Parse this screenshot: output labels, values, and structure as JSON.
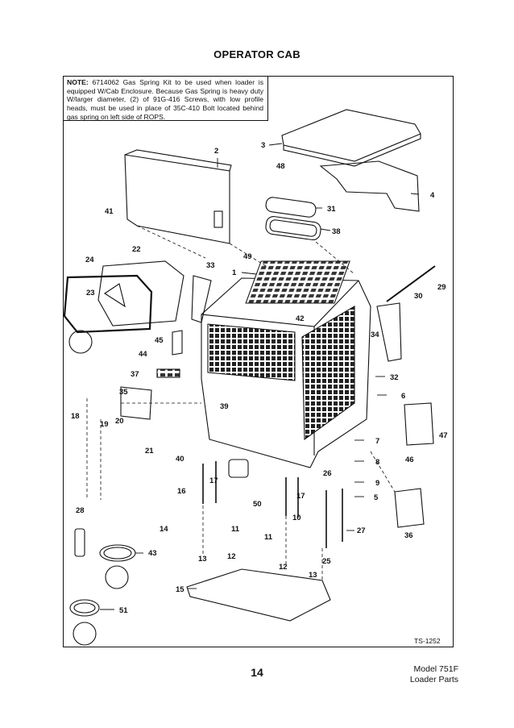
{
  "page": {
    "title": "OPERATOR CAB",
    "note_label": "NOTE:",
    "note_text": " 6714062 Gas Spring Kit to be used when loader is equipped W/Cab Enclosure. Because Gas Spring is heavy duty W/larger diameter, (2) of 91G-416 Screws, with low profile heads, must be used in place of 35C-410 Bolt located behind gas spring on left side of ROPS.",
    "reference": "TS-1252",
    "page_number": "14",
    "model_line1": "Model 751F",
    "model_line2": "Loader Parts"
  },
  "callouts": [
    "1",
    "2",
    "3",
    "4",
    "5",
    "6",
    "7",
    "8",
    "9",
    "10",
    "11",
    "11",
    "12",
    "12",
    "13",
    "13",
    "14",
    "15",
    "16",
    "17",
    "17",
    "18",
    "19",
    "20",
    "21",
    "22",
    "23",
    "24",
    "25",
    "26",
    "27",
    "28",
    "29",
    "30",
    "31",
    "32",
    "33",
    "34",
    "35",
    "36",
    "37",
    "38",
    "39",
    "40",
    "41",
    "42",
    "43",
    "44",
    "45",
    "46",
    "47",
    "48",
    "49",
    "50",
    "51"
  ]
}
